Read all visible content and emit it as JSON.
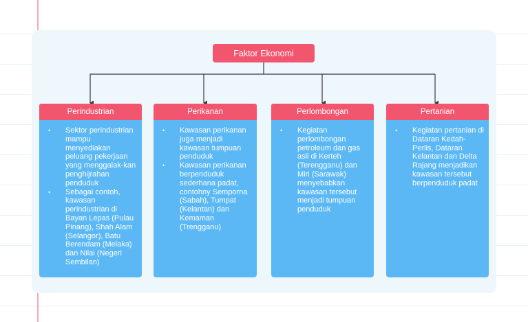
{
  "root": {
    "label": "Faktor Ekonomi"
  },
  "columns": [
    {
      "title": "Perindustrian",
      "items": [
        "Sektor perindustrian mampu menyediakan peluang pekerjaan yang menggalak-kan penghijrahan penduduk",
        "Sebagai contoh, kawasan perindustrian di Bayan Lepas (Pulau Pinang), Shah Alam (Selangor), Batu Berendam (Melaka) dan Nilai (Negeri Sembilan)"
      ]
    },
    {
      "title": "Perikanan",
      "items": [
        "Kawasan perikanan juga menjadi kawasan tumpuan penduduk",
        "Kawasan perikanan berpenduduk sederhana padat, contohny Semporna (Sabah), Tumpat (Kelantan) dan Kemaman (Trengganu)"
      ]
    },
    {
      "title": "Perlombongan",
      "items": [
        "Kegiatan perlombongan petroleum dan gas asli di Kerteh (Terengganu) dan Miri (Sarawak) menyebabkan kawasan tersebut menjadi tumpuan penduduk"
      ]
    },
    {
      "title": "Pertanian",
      "items": [
        "Kegiatan pertanian di Dataran Kedah-Perlis, Dataran Kelantan dan Delta Rajang menjadikan kawasan tersebut berpenduduk padat"
      ]
    }
  ],
  "colors": {
    "header": "#f2566f",
    "body": "#5bb8f5",
    "panel": "#eef7fc",
    "connector": "#3a3a3a"
  }
}
